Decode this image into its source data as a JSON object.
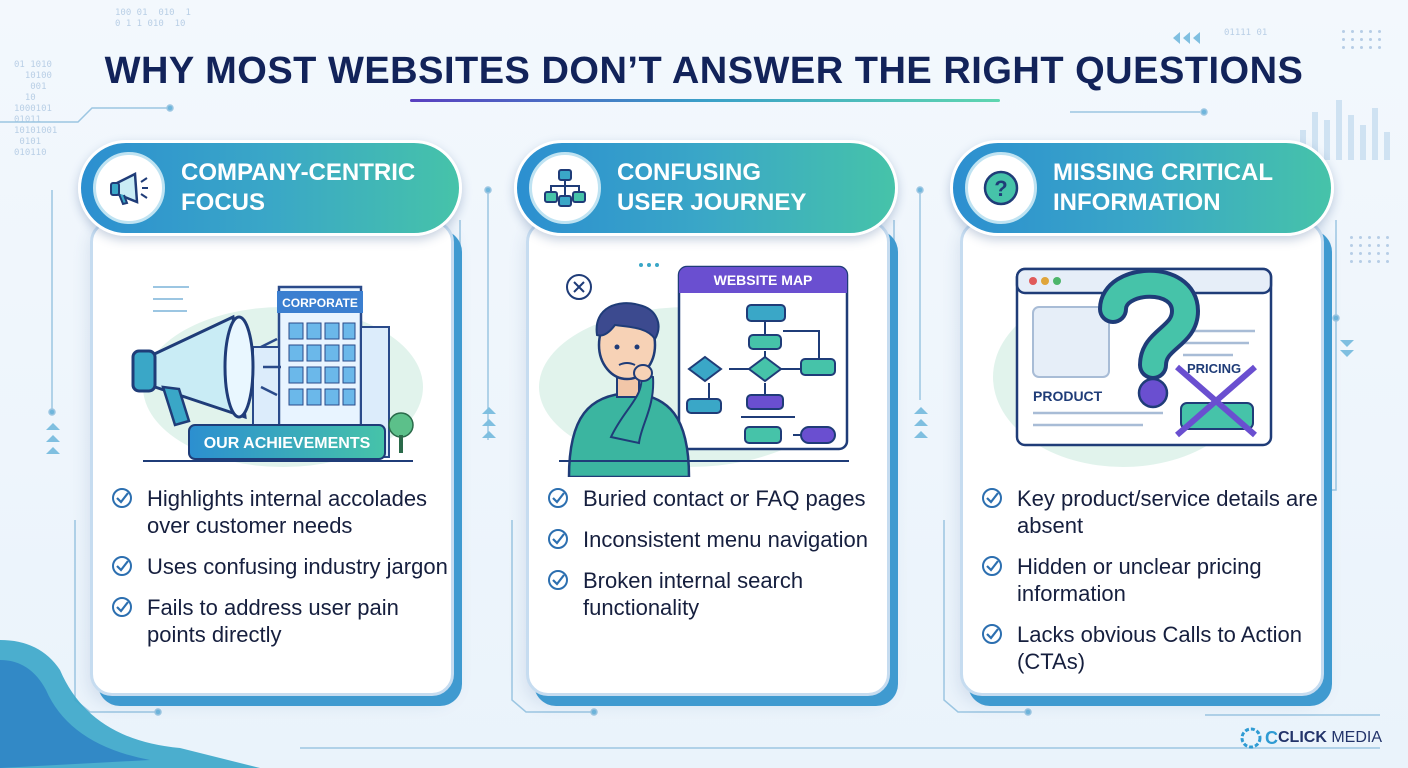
{
  "title": "WHY MOST WEBSITES DON’T ANSWER THE RIGHT QUESTIONS",
  "cards": [
    {
      "heading": "COMPANY-CENTRIC\nFOCUS",
      "icon": "megaphone-icon",
      "illustration": {
        "building_sign": "CORPORATE",
        "banner": "OUR ACHIEVEMENTS"
      },
      "bullets": [
        "Highlights internal accolades over customer needs",
        "Uses confusing industry jargon",
        "Fails to address user pain points directly"
      ]
    },
    {
      "heading": "CONFUSING\nUSER JOURNEY",
      "icon": "flowchart-icon",
      "illustration": {
        "map_title": "WEBSITE MAP"
      },
      "bullets": [
        "Buried contact or FAQ pages",
        "Inconsistent menu navigation",
        "Broken internal search functionality"
      ]
    },
    {
      "heading": "MISSING CRITICAL\nINFORMATION",
      "icon": "question-mark-icon",
      "illustration": {
        "product_label": "PRODUCT",
        "pricing_label": "PRICING"
      },
      "bullets": [
        "Key product/service details are absent",
        "Hidden or unclear pricing information",
        "Lacks obvious Calls to Action (CTAs)"
      ]
    }
  ],
  "brand": {
    "logo_letter": "C",
    "name_bold": "CLICK",
    "name_rest": " MEDIA"
  },
  "colors": {
    "navy": "#12235a",
    "teal": "#3aa7c7",
    "green": "#46c3a9",
    "blue": "#2c8fd0",
    "purple": "#5a3fc0"
  }
}
